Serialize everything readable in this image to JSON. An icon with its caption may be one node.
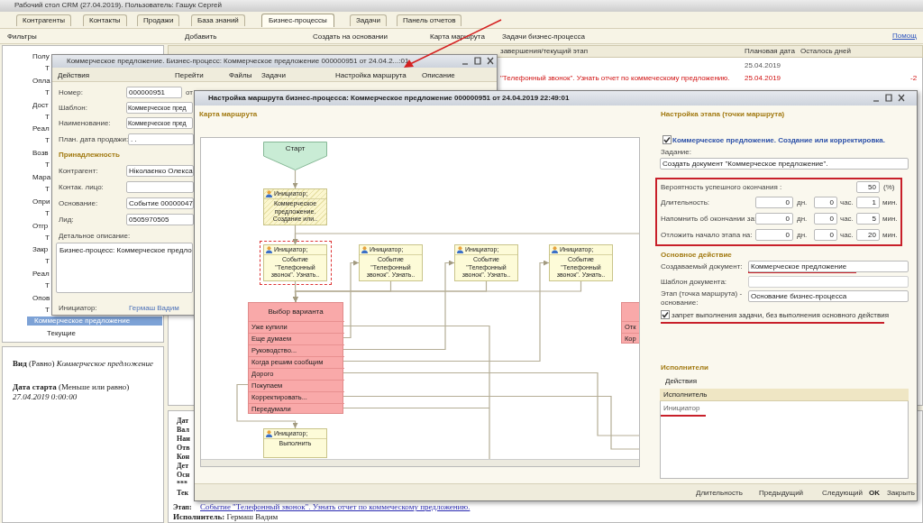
{
  "diagram": {
    "nodes": [
      {
        "text": [
          "Старт"
        ]
      },
      {
        "text": [
          "Инициатор;",
          "Коммерческое предложение. Создание или.."
        ]
      },
      {
        "text": [
          "Инициатор;",
          "Событие \"Телефонный звонок\". Узнать.."
        ]
      },
      {
        "text": [
          "Инициатор;",
          "Событие \"Телефонный звонок\". Узнать.."
        ]
      },
      {
        "text": [
          "Инициатор;",
          "Событие \"Телефонный звонок\". Узнать.."
        ]
      },
      {
        "text": [
          "Инициатор;",
          "Событие \"Телефонный звонок\". Узнать.."
        ]
      },
      {
        "text": [
          "Выбор варианта"
        ]
      },
      {
        "text": [
          "Уже купили"
        ],
        "in": 6
      },
      {
        "text": [
          "Еще думаем"
        ],
        "in": 6
      },
      {
        "text": [
          "Руководство..."
        ],
        "in": 6
      },
      {
        "text": [
          "Когда решим сообщим"
        ],
        "in": 6
      },
      {
        "text": [
          "Дорого"
        ],
        "in": 6
      },
      {
        "text": [
          "Покупаем"
        ],
        "in": 6
      },
      {
        "text": [
          "Корректировать..."
        ],
        "in": 6
      },
      {
        "text": [
          "Передумали"
        ],
        "in": 6
      },
      {
        "text": [
          "Инициатор;",
          "Выполнить"
        ]
      },
      {
        "text": [],
        "shape": "box"
      },
      {
        "text": [
          "Отк"
        ],
        "in": 16
      },
      {
        "text": [
          "Кор"
        ],
        "in": 16
      }
    ],
    "edges": [
      {
        "from": 0,
        "to": 1,
        "arrow": "to"
      },
      {
        "from": 1,
        "to": 2,
        "arrow": "to"
      },
      {
        "from": 2,
        "to": 6,
        "arrow": "to"
      },
      {
        "from": null,
        "to": 2,
        "arrow": "to"
      },
      {
        "from": 7,
        "to": null,
        "arrow": "none"
      },
      {
        "from": 8,
        "to": 3,
        "arrow": "to"
      },
      {
        "from": 9,
        "to": 4,
        "arrow": "to"
      },
      {
        "from": 10,
        "to": 5,
        "arrow": "to"
      },
      {
        "from": 11,
        "to": null,
        "arrow": "none"
      },
      {
        "from": 12,
        "to": 15,
        "arrow": "to"
      },
      {
        "from": 13,
        "to": null,
        "arrow": "none"
      },
      {
        "from": 14,
        "to": null,
        "arrow": "none"
      },
      {
        "from": 3,
        "to": 6,
        "arrow": "to"
      },
      {
        "from": 4,
        "to": 6,
        "arrow": "to"
      },
      {
        "from": 5,
        "to": 6,
        "arrow": "to"
      }
    ],
    "labels": [
      "Рабочий стол CRM (27.04.2019). Пользователь: Гашук Сергей",
      "Контрагенты",
      "Контакты",
      "Продажи",
      "База знаний",
      "Бизнес-процессы",
      "Задачи",
      "Панель отчетов",
      "Фильтры",
      "Добавить",
      "Создать на основании",
      "Карта маршрута",
      "Задачи бизнес-процесса",
      "Помощ",
      "завершения/текущий этап",
      "Плановая дата",
      "Осталось дней",
      "25.04.2019",
      "\"Телефонный звонок\". Узнать отчет по коммеческому предложению.",
      "25.04.2019",
      "-2",
      "Полу",
      "Т",
      "Опла",
      "Т",
      "Дост",
      "Т",
      "Реал",
      "Т",
      "Возв",
      "Т",
      "Мара",
      "Т",
      "Опри",
      "Т",
      "Отгр",
      "Т",
      "Закр",
      "Т",
      "Реал",
      "Т",
      "Опов",
      "Т",
      "Коммерческое предложение",
      "Текущие",
      "**Вид** (Равно) *Коммерческое предложение*",
      "**Дата старта** (Меньше или равно) *27.04.2019 0:00:00*",
      "Дат",
      "Вал",
      "Наи",
      "Отв",
      "Кон",
      "Дет",
      "Осн",
      "***",
      "Тек",
      "Этап:",
      "Событие \"Телефонный звонок\". Узнать отчет по коммеческому предложению.",
      "**Исполнитель:** Гермаш Вадим",
      "Коммерческое предложение. Бизнес-процесс: Коммерческое предложение 000000951 от 24.04.2...:01",
      "Действия",
      "Перейти",
      "Файлы",
      "Задачи",
      "Настройка маршрута",
      "Описание",
      "Номер:",
      "000000951",
      "от",
      "Шаблон:",
      "Коммерческое пред",
      "Наименование:",
      "Коммерческое пред",
      "План. дата продажи:",
      ". .",
      "Принадлежность",
      "Контрагент:",
      "Ніколаєнко Олекса",
      "Контак. лицо:",
      "Основание:",
      "Событие 00000047",
      "Лид:",
      "0505970505",
      "Детальное описание:",
      "Бизнес-процесс: Коммерческое предло",
      "Инициатор:",
      "Гермаш Вадим",
      "Настройка маршрута бизнес-процесса: Коммерческое предложение 000000951 от 24.04.2019 22:49:01",
      "Карта маршрута",
      "Настройка этапа (точки маршрута)",
      "Коммерческое предложение. Создание или корректировка.",
      "Задание:",
      "Создать документ \"Коммерческое предложение\".",
      "Вероятность успешного окончания :",
      "50",
      "(%)",
      "Длительность:",
      "0",
      "дн.",
      "0",
      "час.",
      "1",
      "мин.",
      "Напомнить об окончании за:",
      "0",
      "дн.",
      "0",
      "час.",
      "5",
      "мин.",
      "Отложить начало этапа на:",
      "0",
      "дн.",
      "0",
      "час.",
      "20",
      "мин.",
      "Основное действие",
      "Создаваемый документ:",
      "Коммерческое предложение",
      "Шаблон документа:",
      "Этап (точка маршрута) - основание:",
      "Основание бизнес-процесса",
      "запрет выполнения задачи, без выполнения основного действия",
      "Исполнители",
      "Действия",
      "Исполнитель",
      "Инициатор",
      "Длительность",
      "Предыдущий",
      "Следующий",
      "OK",
      "Закрыть"
    ]
  }
}
